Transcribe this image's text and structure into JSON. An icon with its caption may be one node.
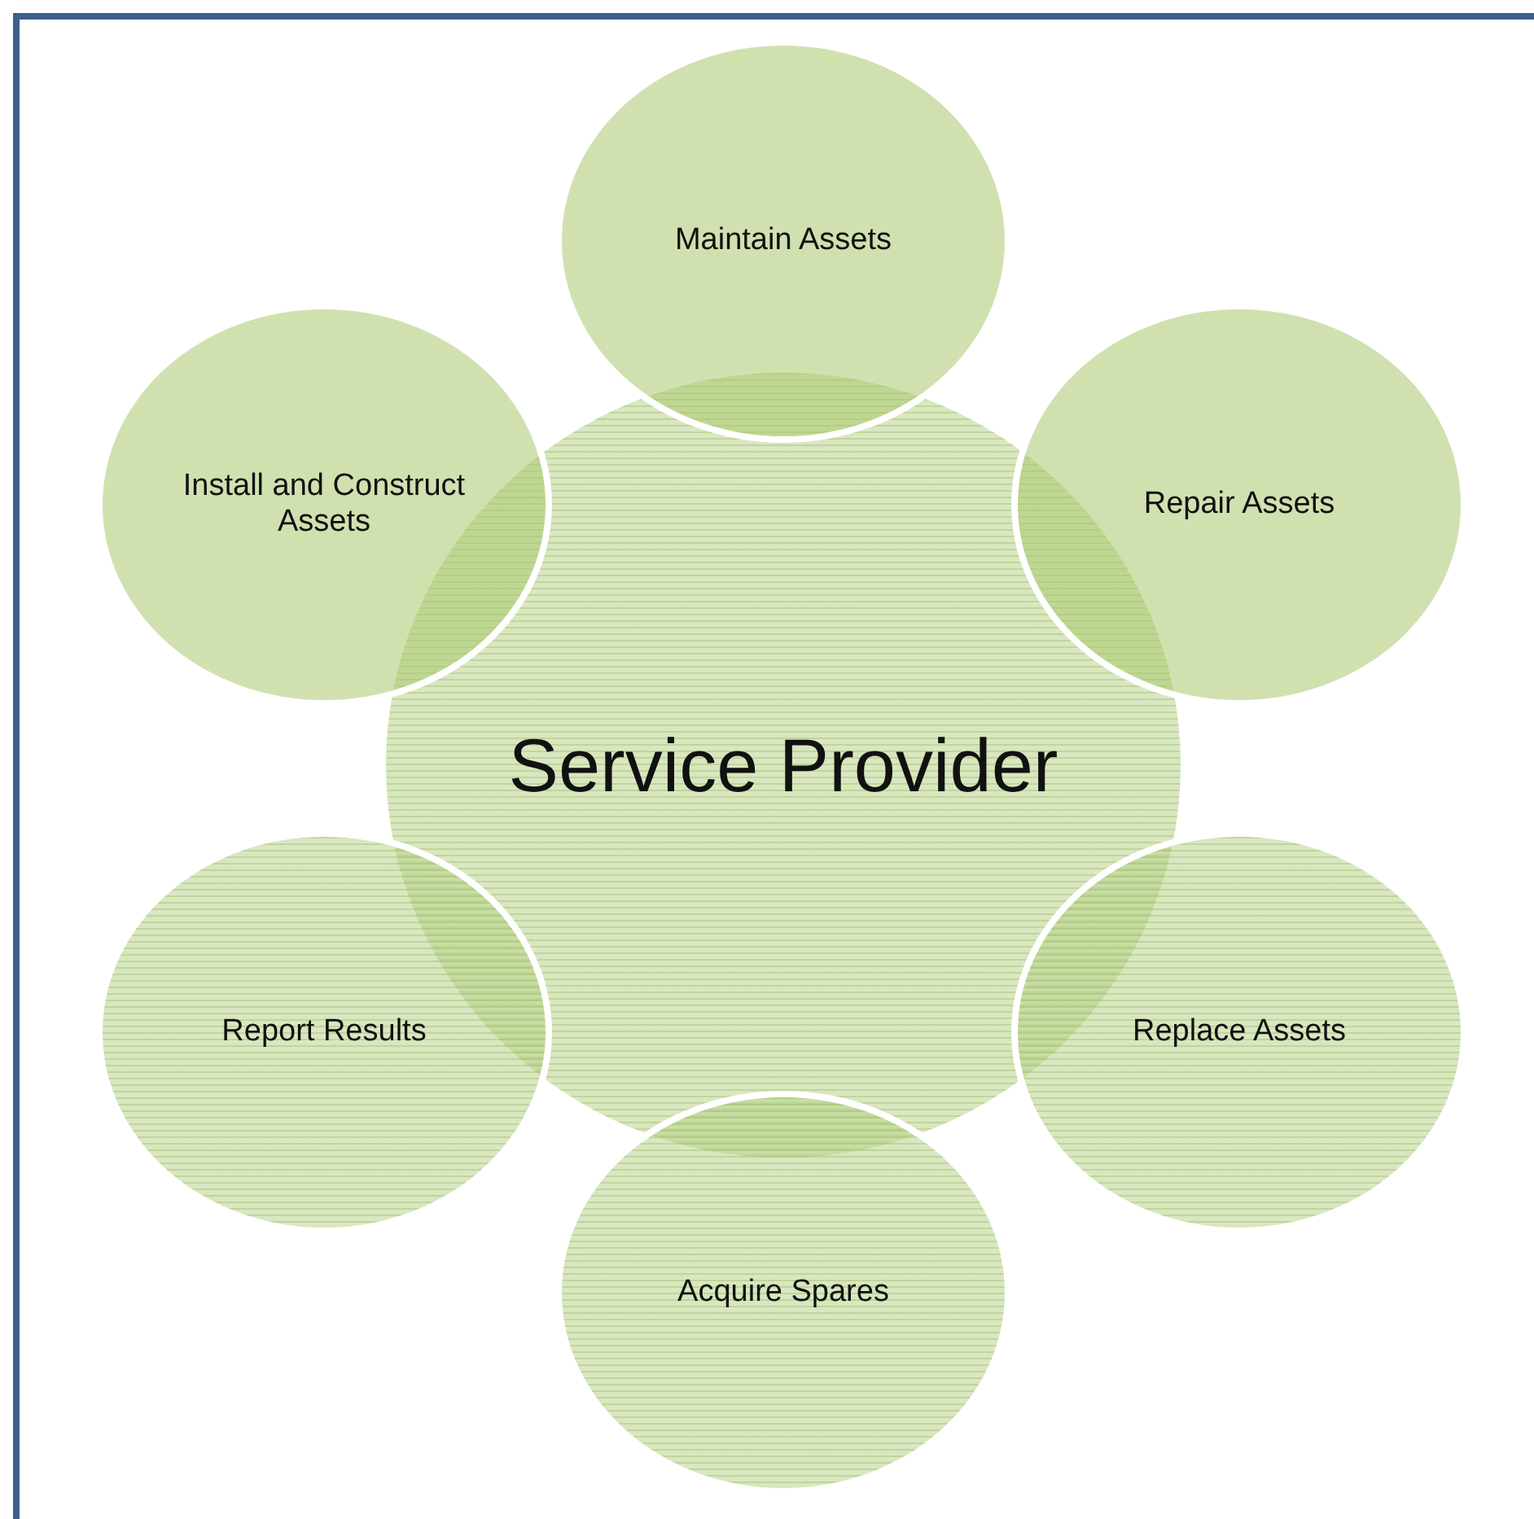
{
  "diagram": {
    "nodes": [
      {
        "text": [
          "Maintain Assets"
        ]
      },
      {
        "text": [
          "Install and Construct Assets"
        ]
      },
      {
        "text": [
          "Repair Assets"
        ]
      },
      {
        "text": [
          "Service Provider"
        ]
      },
      {
        "text": [
          "Report Results"
        ]
      },
      {
        "text": [
          "Replace Assets"
        ]
      },
      {
        "text": [
          "Acquire Spares"
        ]
      }
    ]
  }
}
